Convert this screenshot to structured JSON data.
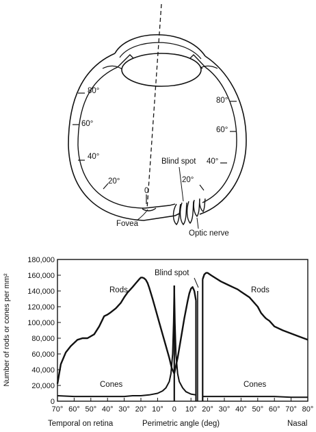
{
  "eye_diagram": {
    "labels": {
      "fovea": "Fovea",
      "blind_spot": "Blind spot",
      "optic_nerve": "Optic nerve"
    },
    "temporal_angles": [
      "80°",
      "60°",
      "40°",
      "20°",
      "0"
    ],
    "nasal_angles": [
      "80°",
      "60°",
      "40°",
      "20°"
    ]
  },
  "chart_data": {
    "type": "line",
    "title": "",
    "ylabel": "Number of rods or cones per mm²",
    "xlabel": "Perimetric angle (deg)",
    "x_left_note": "Temporal on retina",
    "x_right_note": "Nasal",
    "blind_spot_label": "Blind spot",
    "ylim": [
      0,
      180000
    ],
    "xlim": [
      -70,
      80
    ],
    "y_ticks": [
      "0",
      "20,000",
      "40,000",
      "60,000",
      "80,000",
      "100,000",
      "120,000",
      "140,000",
      "160,000",
      "180,000"
    ],
    "x_ticks": [
      "70°",
      "60°",
      "50°",
      "40°",
      "30°",
      "20°",
      "10°",
      "0",
      "10°",
      "20°",
      "30°",
      "40°",
      "50°",
      "60°",
      "70°",
      "80°"
    ],
    "blind_spot_range": [
      13,
      17
    ],
    "series": [
      {
        "name": "Rods",
        "left": {
          "x": [
            -70,
            -68,
            -65,
            -62,
            -58,
            -55,
            -52,
            -48,
            -45,
            -42,
            -40,
            -38,
            -35,
            -32,
            -30,
            -28,
            -25,
            -23,
            -21,
            -20,
            -19,
            -18,
            -17,
            -16,
            -15,
            -13,
            -11,
            -9,
            -7,
            -5,
            -3,
            -1.5,
            0
          ],
          "y": [
            22000,
            47000,
            62000,
            70000,
            78000,
            80000,
            80000,
            85000,
            95000,
            108000,
            110000,
            113000,
            118000,
            125000,
            132000,
            138000,
            145000,
            150000,
            155000,
            157000,
            157000,
            156000,
            154000,
            150000,
            144000,
            130000,
            115000,
            100000,
            85000,
            70000,
            55000,
            42000,
            35000
          ]
        },
        "mid": {
          "x": [
            0,
            2,
            4,
            6,
            8,
            9,
            10,
            11,
            12,
            13
          ],
          "y": [
            35000,
            55000,
            80000,
            105000,
            127000,
            137000,
            143000,
            145000,
            140000,
            128000
          ]
        },
        "right": {
          "x": [
            17,
            18,
            19,
            20,
            22,
            25,
            28,
            30,
            33,
            35,
            38,
            40,
            45,
            50,
            52,
            54,
            55,
            57,
            60,
            65,
            70,
            75,
            80
          ],
          "y": [
            155000,
            161000,
            163000,
            163000,
            160000,
            156000,
            152000,
            150000,
            147000,
            145000,
            142000,
            139000,
            132000,
            120000,
            112000,
            107000,
            105000,
            102000,
            95000,
            90000,
            86000,
            82000,
            78000
          ]
        }
      },
      {
        "name": "Cones",
        "left": {
          "x": [
            -70,
            -60,
            -50,
            -40,
            -30,
            -25,
            -20,
            -15,
            -10,
            -7,
            -5,
            -3,
            -2,
            -1,
            -0.4,
            0
          ],
          "y": [
            7000,
            6000,
            6000,
            6000,
            6000,
            7000,
            7000,
            8000,
            10000,
            13000,
            17000,
            25000,
            35000,
            60000,
            100000,
            147000
          ]
        },
        "right": {
          "x": [
            0,
            0.4,
            1,
            2,
            3,
            5,
            7,
            10,
            13
          ],
          "y": [
            147000,
            100000,
            60000,
            35000,
            25000,
            17000,
            12000,
            9000,
            8000
          ]
        },
        "nasal": {
          "x": [
            17,
            20,
            30,
            40,
            50,
            60,
            70,
            80
          ],
          "y": [
            6000,
            6000,
            6000,
            6000,
            6000,
            6000,
            5000,
            5000
          ]
        }
      }
    ],
    "annotations": {
      "rods_left": "Rods",
      "rods_right": "Rods",
      "cones_left": "Cones",
      "cones_right": "Cones"
    }
  }
}
